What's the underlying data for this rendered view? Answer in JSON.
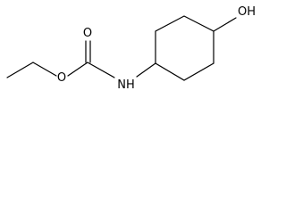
{
  "molecule": {
    "atom_labels": {
      "carbonyl_oxygen": "O",
      "ester_oxygen": "O",
      "amine_nitrogen": "NH",
      "hydroxyl": "OH"
    },
    "colors": {
      "bond": "#000000",
      "label": "#000000",
      "background": "#ffffff"
    }
  }
}
